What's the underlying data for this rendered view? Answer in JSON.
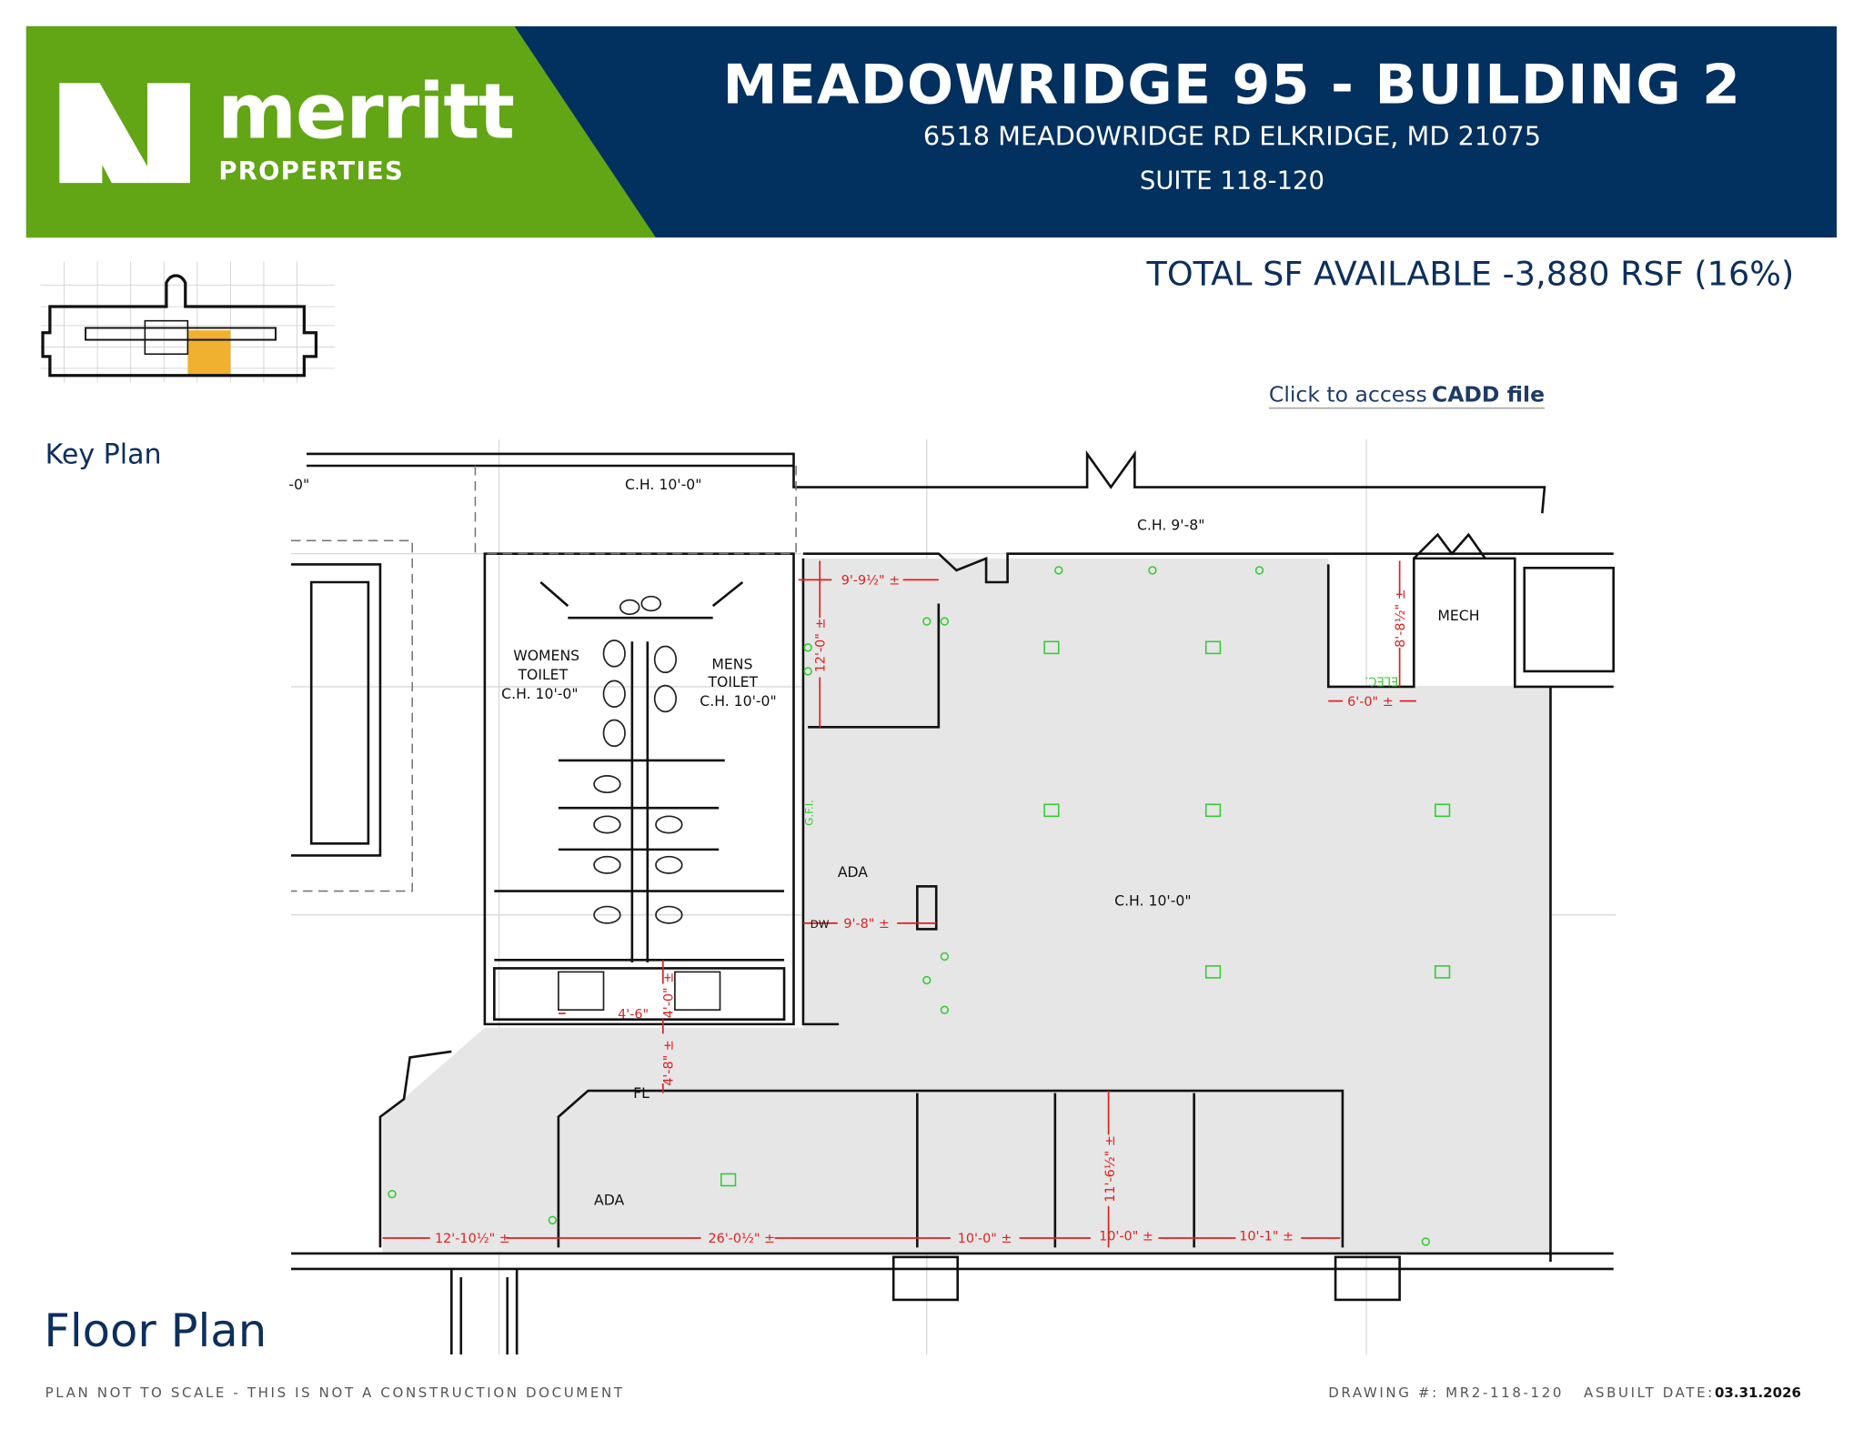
{
  "header": {
    "logo": {
      "word": "merritt",
      "sub": "PROPERTIES"
    },
    "title": "MEADOWRIDGE 95 - BUILDING 2",
    "address": "6518 MEADOWRIDGE RD  ELKRIDGE, MD  21075",
    "suite": "SUITE 118-120",
    "colors": {
      "green": "#62a515",
      "navy": "#02305f"
    }
  },
  "summary": {
    "total_sf": "TOTAL SF AVAILABLE -3,880 RSF (16%)"
  },
  "cadd_link": {
    "prefix": "Click to access",
    "bold": "CADD file"
  },
  "key_plan": {
    "label": "Key Plan",
    "highlight_color": "#f0b030"
  },
  "floor_plan": {
    "label": "Floor Plan",
    "rooms": {
      "ch_top_left": "-0\"",
      "ch_vestibule": "C.H. 10'-0\"",
      "ch_corridor": "C.H. 9'-8\"",
      "womens": "C.H. 10'-0\"",
      "womens_name": "WOMENS",
      "womens_toilet": "TOILET",
      "mens": "MENS",
      "mens_toilet": "TOILET",
      "mens_ch": "C.H. 10'-0\"",
      "mech": "MECH",
      "elec": "ELEC.",
      "ada1": "ADA",
      "ada2": "ADA",
      "ch_main": "C.H. 10'-0\"",
      "fl": "FL",
      "dw": "DW",
      "gfi": "G.F.I."
    },
    "dimensions": {
      "d1": "9'-9½\" ±",
      "d2": "12'-0\" ±",
      "d3": "8'-8½\" ±",
      "d4": "6'-0\" ±",
      "d5": "9'-8\" ±",
      "d6": "4'-6\"",
      "d7": "4'-0\" ±",
      "d8": "4'-8\" ±",
      "d9": "12'-10½\" ±",
      "d10": "26'-0½\" ±",
      "d11": "10'-0\" ±",
      "d12": "10'-0\" ±",
      "d13": "10'-1\" ±",
      "d14": "11'-6½\" ±"
    },
    "colors": {
      "dimension": "#e02020",
      "device": "#33cc33",
      "area_fill": "#e6e6e6"
    }
  },
  "footer": {
    "disclaimer": "PLAN NOT TO SCALE - THIS IS NOT A CONSTRUCTION DOCUMENT",
    "drawing_label": "DRAWING #:",
    "drawing_number": "MR2-118-120",
    "asbuilt_label": "ASBUILT DATE:",
    "asbuilt_date": "03.31.2026"
  }
}
